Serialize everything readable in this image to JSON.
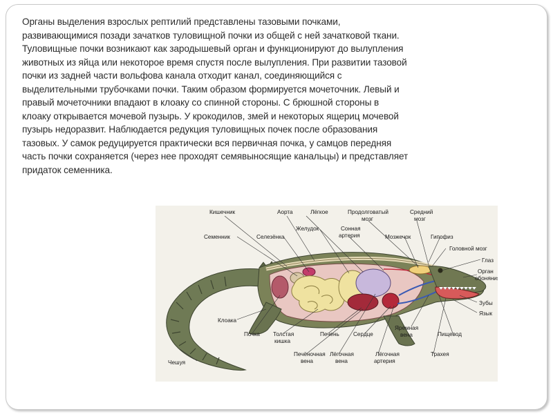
{
  "slide": {
    "paragraph": "Органы выделения взрослых рептилий представлены тазовыми почками, развивающимися позади зачатков туловищной почки из общей с ней зачатковой ткани. Туловищные почки возникают как зародышевый орган и функционируют до вылупления животных из яйца или некоторое время спустя после вылупления. При развитии тазовой почки из задней части вольфова канала отходит канал, соединяющийся с выделительными трубочками почки. Таким образом формируется мочеточник. Левый и правый мочеточники впадают в клоаку со спинной стороны. С брюшной стороны в клоаку открывается мочевой пузырь. У крокодилов, змей и некоторых ящериц мочевой пузырь недоразвит. Наблюдается редукция туловищных почек после образования тазовых. У самок редуцируется практически вся первичная почка, у самцов передняя часть почки сохраняется (через нее проходят семявыносящие канальцы) и представляет придаток семенника."
  },
  "figure": {
    "labels": {
      "kishechnik": "Кишечник",
      "aorta": "Аорта",
      "legkoe": "Лёгкое",
      "prodolgovaty_1": "Продолговатый",
      "prodolgovaty_2": "мозг",
      "sredny_1": "Средний",
      "sredny_2": "мозг",
      "semennik": "Семенник",
      "selezenka": "Селезёнка",
      "zheludok": "Желудок",
      "sonnaya_1": "Сонная",
      "sonnaya_2": "артерия",
      "mozzhechok": "Мозжечок",
      "gipofiz": "Гипофиз",
      "golovnoy_mozg": "Головной мозг",
      "glaz": "Глаз",
      "organ_1": "Орган",
      "organ_2": "обоняния",
      "zuby": "Зубы",
      "yazyk": "Язык",
      "kloaka": "Клоака",
      "pochka": "Почка",
      "tolstaya_1": "Толстая",
      "tolstaya_2": "кишка",
      "pechen": "Печень",
      "serdtse": "Сердце",
      "yaremnaya_1": "Яремная",
      "yaremnaya_2": "вена",
      "pishchevod": "Пищевод",
      "cheshuya": "Чешуя",
      "pechenochnaya_1": "Печёночная",
      "pechenochnaya_2": "вена",
      "legochnaya_vena_1": "Лёгочная",
      "legochnaya_vena_2": "вена",
      "legochnaya_art_1": "Лёгочная",
      "legochnaya_art_2": "артерия",
      "traheya": "Трахея"
    }
  }
}
